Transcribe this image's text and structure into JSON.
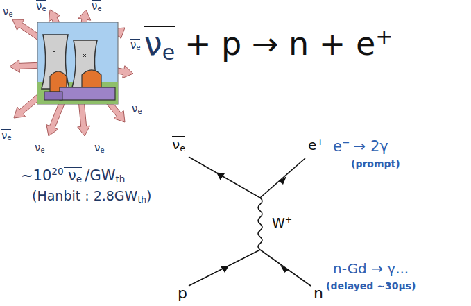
{
  "diagram": {
    "labels": [
      "ν",
      "e",
      "ν",
      "e",
      "ν",
      "e",
      "ν",
      "e",
      "ν",
      "e",
      "ν",
      "e",
      "ν",
      "e",
      "ν",
      "e",
      "ν",
      "e",
      "+ p → n + e",
      "+",
      "~10",
      "20",
      "ν",
      "e",
      "/GW",
      "th",
      "(Hanbit : 2.8GW",
      "th",
      ")",
      "ν",
      "e",
      "e",
      "+",
      "e",
      "−",
      "→ 2γ",
      "(prompt)",
      "W",
      "+",
      "p",
      "n",
      "n-Gd → γ...",
      "(delayed ~30μs)"
    ]
  }
}
